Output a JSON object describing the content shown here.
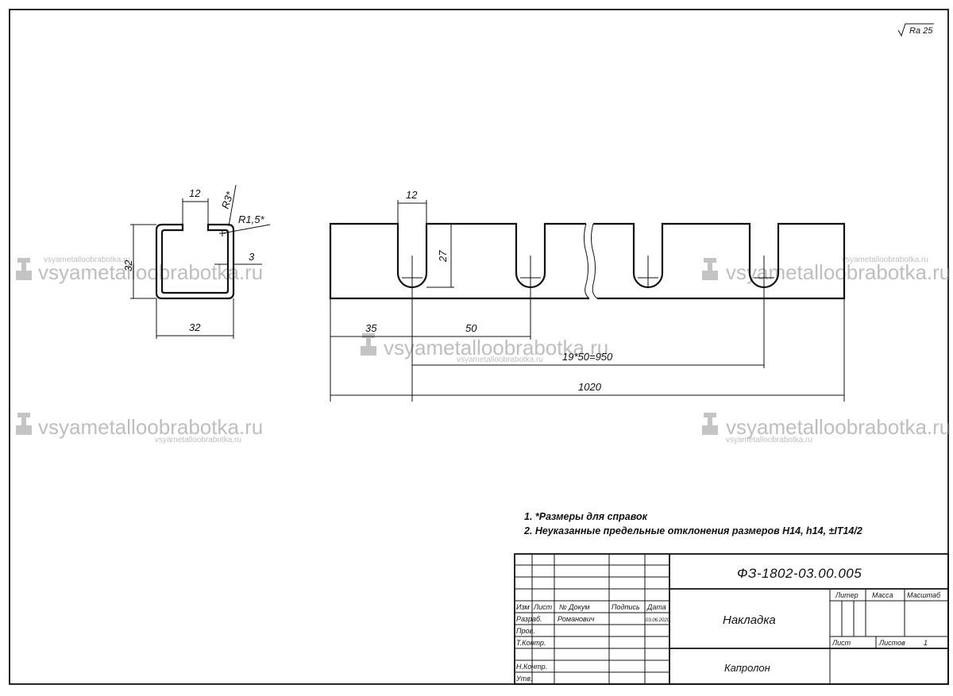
{
  "roughness": "Ra 25",
  "profile": {
    "dim_slot_width": "12",
    "dim_outer_radius": "R3*",
    "dim_inner_radius": "R1,5*",
    "dim_height": "32",
    "dim_width": "32",
    "dim_wall": "3"
  },
  "side_view": {
    "dim_slot_width": "12",
    "dim_slot_depth": "27",
    "dim_first_offset": "35",
    "dim_pitch": "50",
    "dim_pitch_chain": "19*50=950",
    "dim_total_length": "1020"
  },
  "notes": [
    "1. *Размеры для справок",
    "2. Неуказанные предельные отклонения размеров H14, h14, ±IT14/2"
  ],
  "title_block": {
    "doc_code": "ФЗ-1802-03.00.005",
    "name": "Накладка",
    "material": "Капролон",
    "hdr_izm": "Изм",
    "hdr_list": "Лист",
    "hdr_docnum": "№ Докум",
    "hdr_sign": "Подпись",
    "hdr_date": "Дата",
    "row_razrab": "Разраб.",
    "razrab_name": "Романович",
    "razrab_date": "03.06.2020",
    "row_prov": "Пров.",
    "row_tkontr": "Т.Контр.",
    "row_nkontr": "Н.Контр.",
    "row_utv": "Утв.",
    "hdr_liter": "Литер",
    "hdr_massa": "Масса",
    "hdr_masshtab": "Масштаб",
    "sheet_label": "Лист",
    "sheets_label": "Листов",
    "sheets_count": "1"
  },
  "watermark": {
    "text": "vsyametalloobrabotka.ru"
  }
}
